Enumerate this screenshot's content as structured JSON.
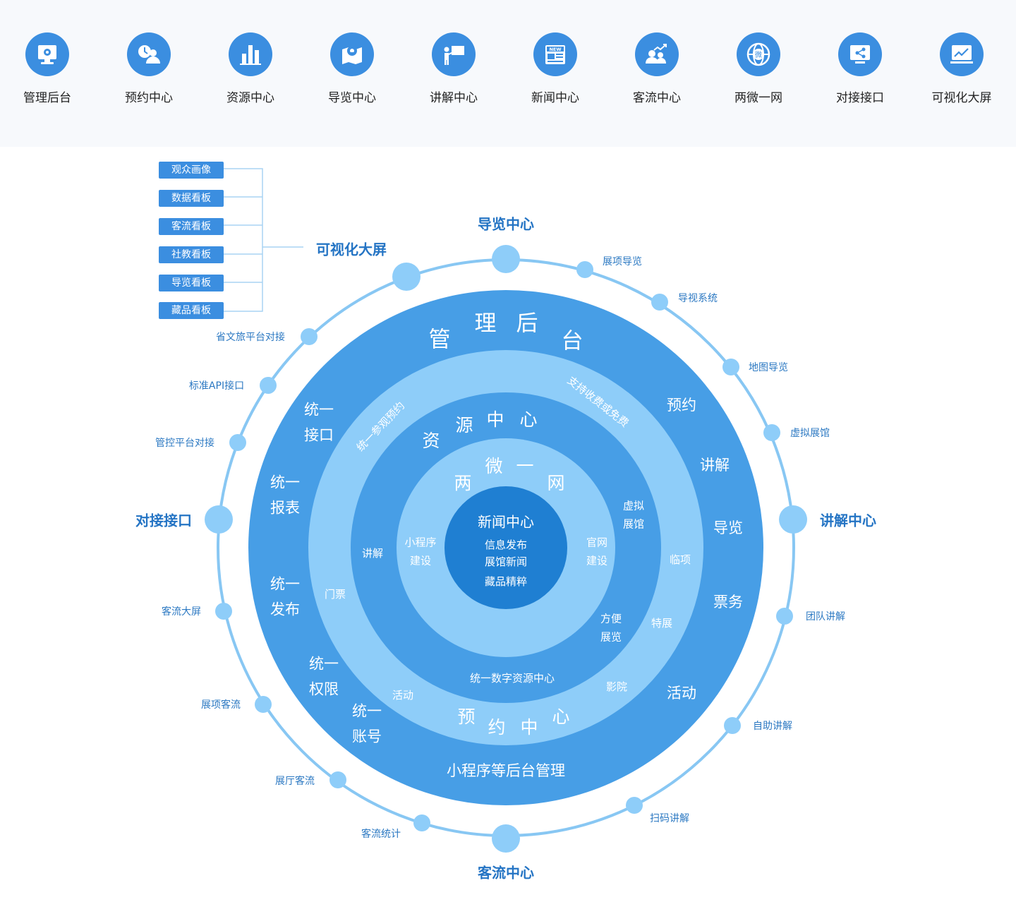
{
  "nav": [
    {
      "label": "管理后台",
      "icon": "monitor-settings-icon"
    },
    {
      "label": "预约中心",
      "icon": "user-clock-icon"
    },
    {
      "label": "资源中心",
      "icon": "bar-chart-icon"
    },
    {
      "label": "导览中心",
      "icon": "map-pin-icon"
    },
    {
      "label": "讲解中心",
      "icon": "presenter-board-icon"
    },
    {
      "label": "新闻中心",
      "icon": "newspaper-icon"
    },
    {
      "label": "客流中心",
      "icon": "people-trend-icon"
    },
    {
      "label": "两微一网",
      "icon": "globe-weibo-icon"
    },
    {
      "label": "对接接口",
      "icon": "share-screen-icon"
    },
    {
      "label": "可视化大屏",
      "icon": "line-chart-screen-icon"
    }
  ],
  "visual": {
    "title": "可视化大屏",
    "boards": [
      "观众画像",
      "数据看板",
      "客流看板",
      "社教看板",
      "导览看板",
      "藏品看板"
    ]
  },
  "hubs": {
    "top": "导览中心",
    "right": "讲解中心",
    "bottom": "客流中心",
    "left": "对接接口"
  },
  "outer_labels": {
    "guide": [
      "展项导览",
      "导视系统",
      "地图导览",
      "虚拟展馆"
    ],
    "explain": [
      "团队讲解",
      "自助讲解",
      "扫码讲解"
    ],
    "flow": [
      "客流统计",
      "展厅客流",
      "展项客流",
      "客流大屏"
    ],
    "interface": [
      "管控平台对接",
      "标准API接口",
      "省文旅平台对接"
    ]
  },
  "admin": {
    "title": [
      "管",
      "理",
      "后",
      "台"
    ],
    "bottom": "小程序等后台管理",
    "left_items": [
      "统一\n接口",
      "统一\n报表",
      "统一\n发布",
      "统一\n权限",
      "统一\n账号"
    ],
    "right_items": [
      "预约",
      "讲解",
      "导览",
      "票务",
      "活动"
    ]
  },
  "booking": {
    "title": [
      "预",
      "约",
      "中",
      "心"
    ],
    "arc_left": "统一参观预约",
    "arc_right": "支持收费或免费",
    "items": [
      "活动",
      "门票",
      "影院",
      "特展",
      "临项"
    ]
  },
  "resource": {
    "title": [
      "资",
      "源",
      "中",
      "心"
    ],
    "bottom": "统一数字资源中心",
    "items": [
      "讲解",
      "虚拟\n展馆",
      "方便\n展览"
    ]
  },
  "weinet": {
    "title": [
      "两",
      "微",
      "一",
      "网"
    ],
    "left": "小程序\n建设",
    "right": "官网\n建设"
  },
  "news": {
    "title": "新闻中心",
    "items": [
      "信息发布",
      "展馆新闻",
      "藏品精粹"
    ]
  },
  "colors": {
    "accent": "#3b8ee0",
    "ring_admin": "#479ee6",
    "ring_booking": "#8ecdf9",
    "ring_resource": "#479ee6",
    "ring_weinet": "#8ecdf9",
    "core": "#1f7fd2",
    "orbit": "#88c7f3"
  }
}
